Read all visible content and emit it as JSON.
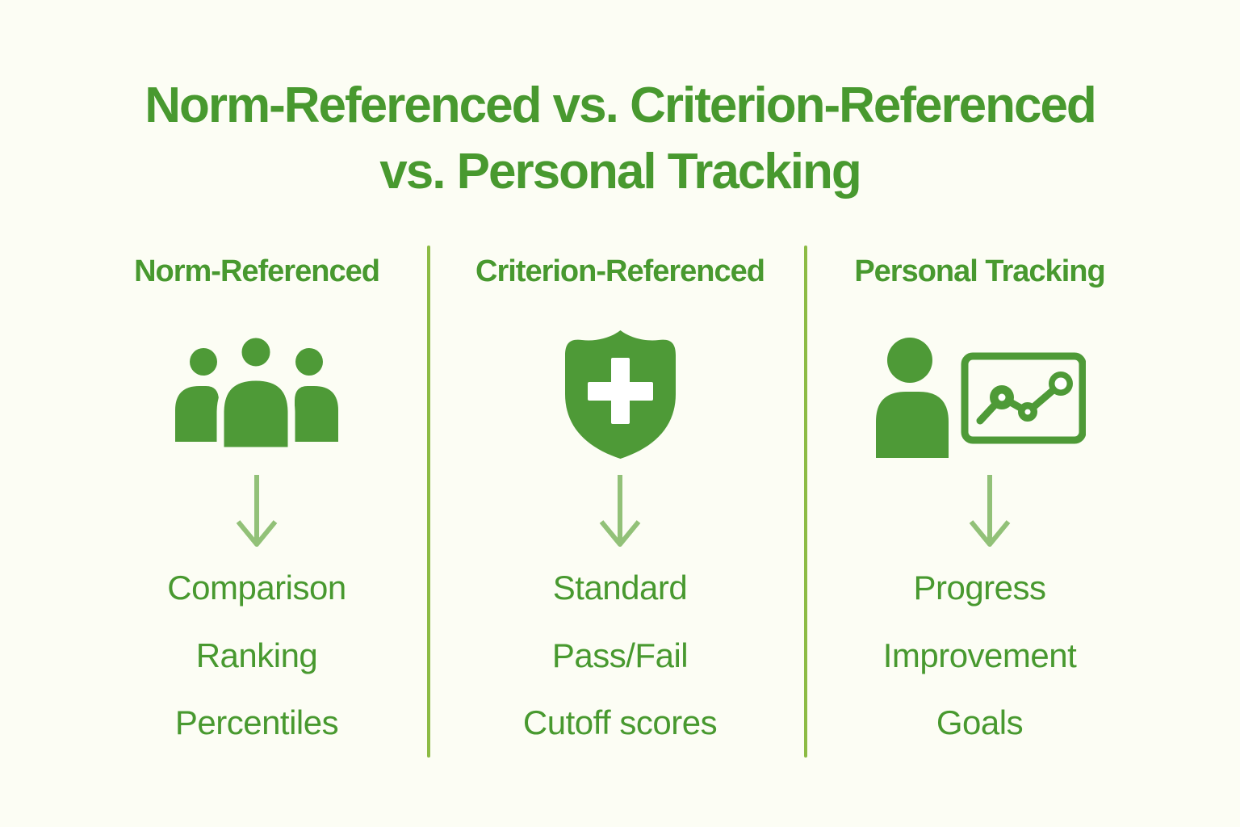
{
  "title": {
    "line1": "Norm-Referenced vs. Criterion-Referenced",
    "line2": "vs. Personal Tracking"
  },
  "columns": [
    {
      "id": "norm-referenced",
      "title": "Norm-Referenced",
      "icon": "group-of-people-icon",
      "items": [
        "Comparison",
        "Ranking",
        "Percentiles"
      ]
    },
    {
      "id": "criterion-referenced",
      "title": "Criterion-Referenced",
      "icon": "shield-with-cross-icon",
      "items": [
        "Standard",
        "Pass/Fail",
        "Cutoff scores"
      ]
    },
    {
      "id": "personal-tracking",
      "title": "Personal Tracking",
      "icon": "person-with-chart-icon",
      "items": [
        "Progress",
        "Improvement",
        "Goals"
      ]
    }
  ],
  "colors": {
    "text_green": "#48992f",
    "icon_green": "#4e9a37",
    "divider_green": "#8cbb44",
    "arrow_green": "#92c178",
    "background": "#fcfdf4"
  }
}
